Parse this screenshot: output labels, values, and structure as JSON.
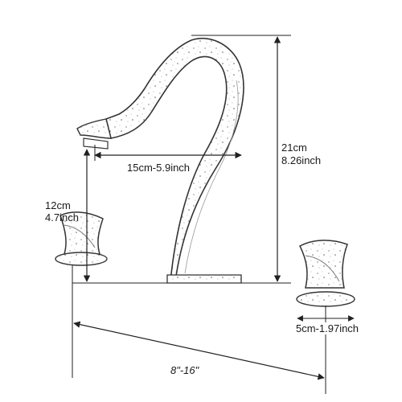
{
  "dimensions": {
    "spout_reach": "15cm-5.9inch",
    "total_height_cm": "21cm",
    "total_height_in": "8.26inch",
    "spout_height_cm": "12cm",
    "spout_height_in": "4.7inch",
    "handle_base": "5cm-1.97inch",
    "spread": "8\"-16\""
  }
}
